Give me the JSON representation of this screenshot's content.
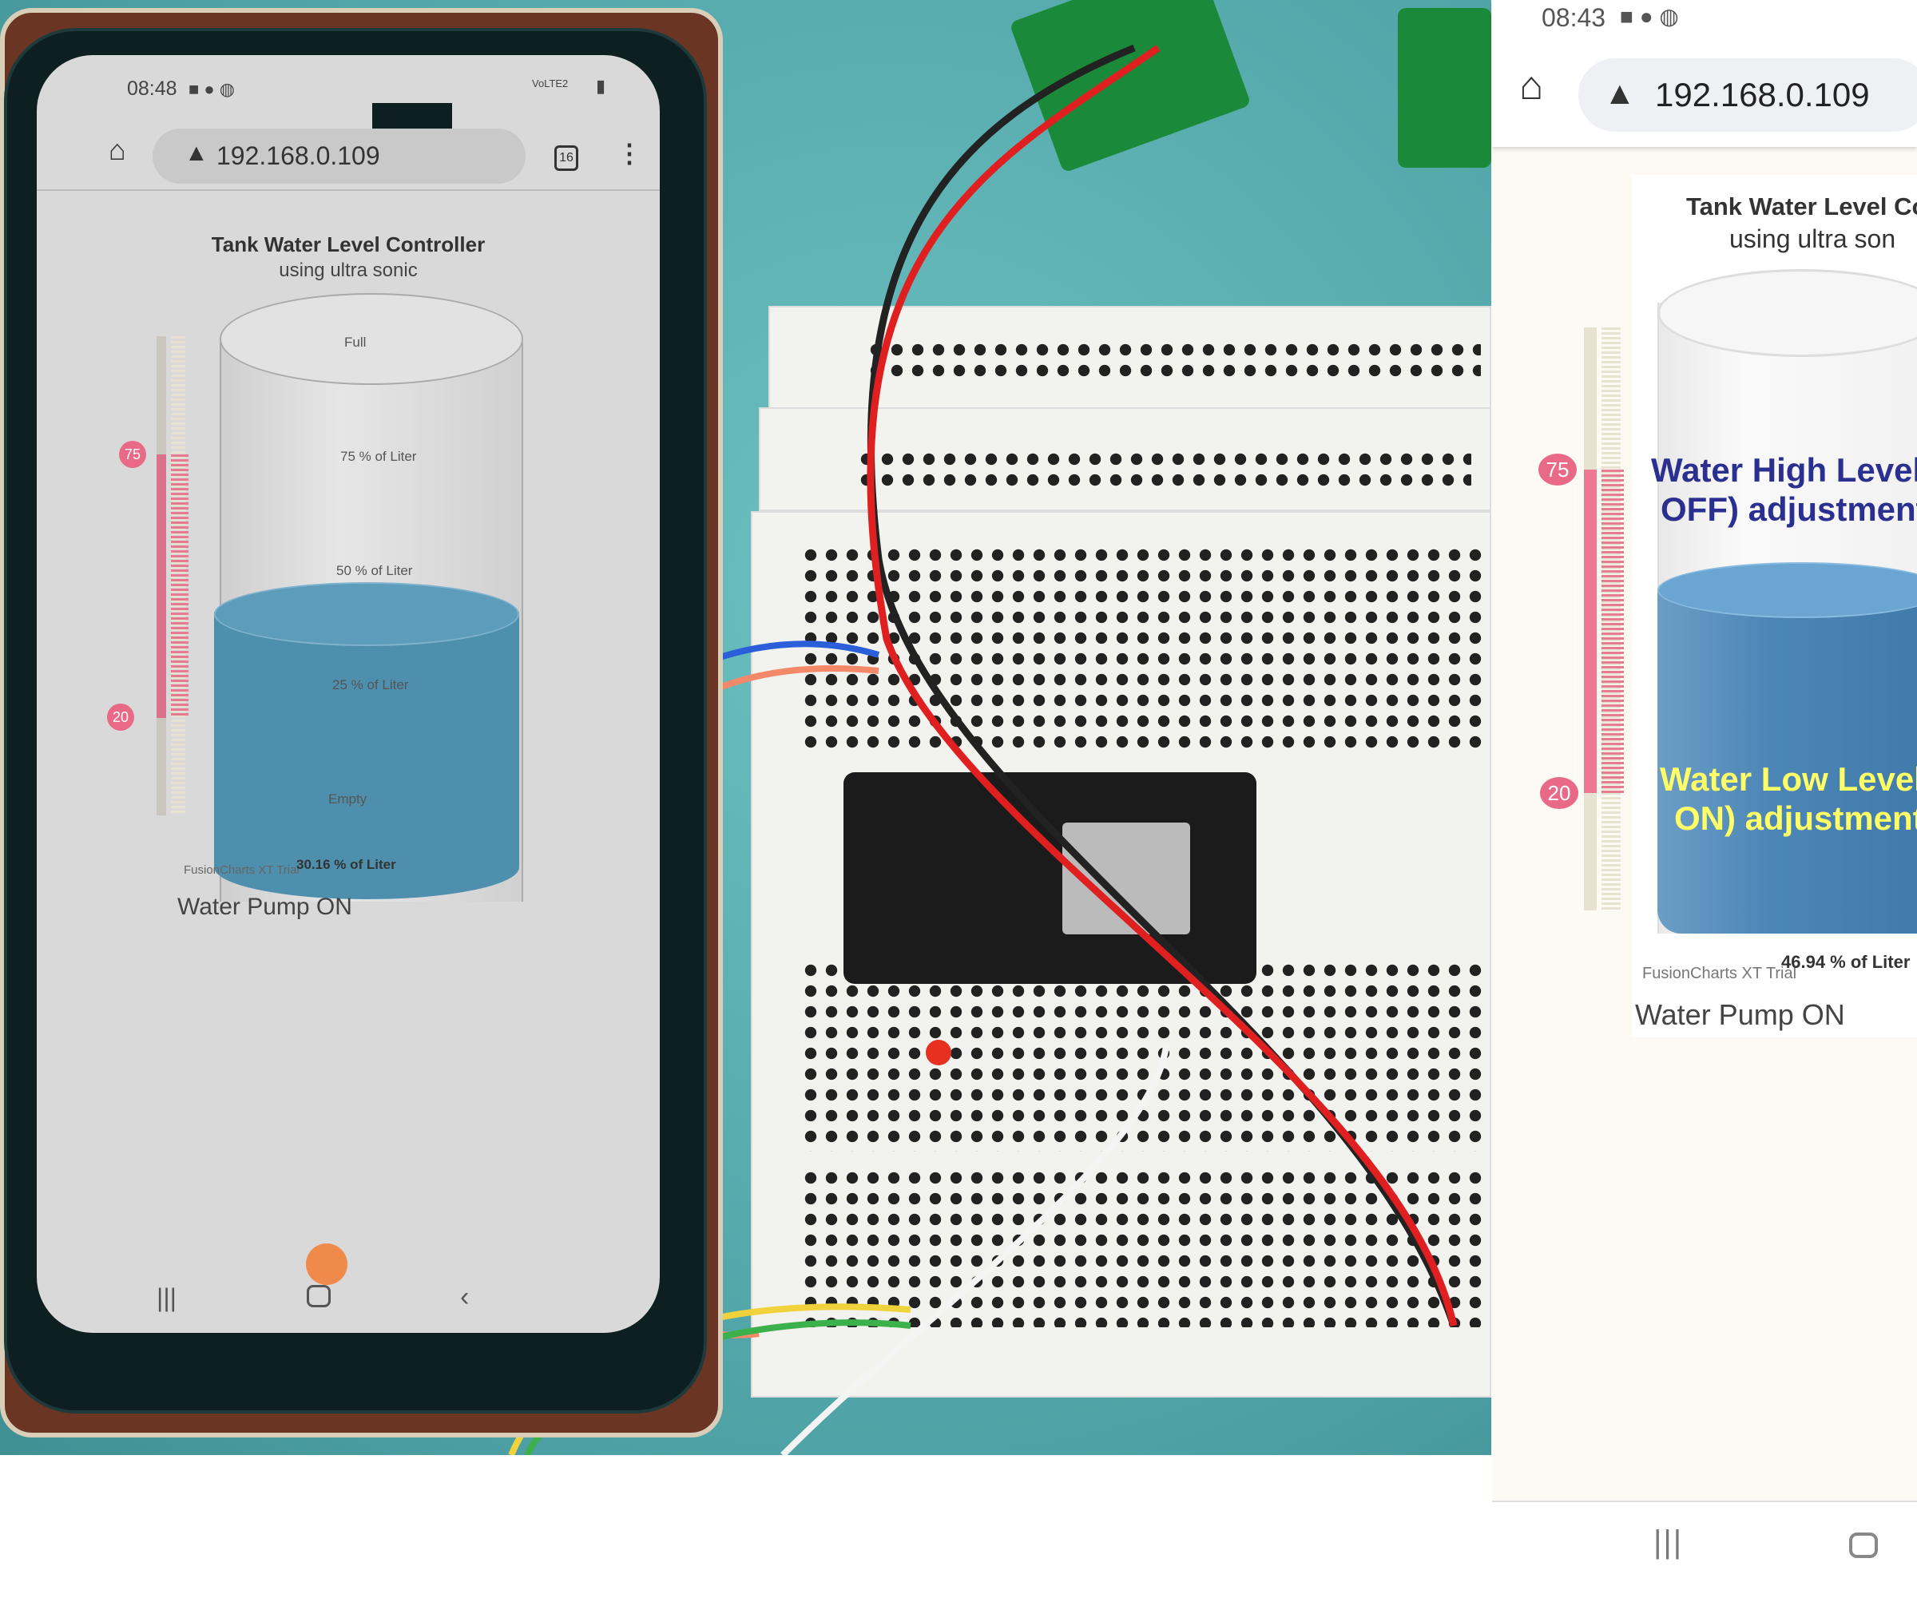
{
  "photo_phone": {
    "status_time": "08:48",
    "status_network": "VoLTE2",
    "url": "192.168.0.109",
    "tab_count": "16",
    "chart_title": "Tank Water Level Controller",
    "chart_subtitle": "using ultra sonic",
    "axis_labels": [
      "Full",
      "75 % of Liter",
      "50 % of Liter",
      "25 % of Liter",
      "Empty"
    ],
    "high_marker": "75",
    "low_marker": "20",
    "value_label": "30.16 % of Liter",
    "level_percent": 30.16,
    "watermark": "FusionCharts XT Trial",
    "pump_status": "Water Pump ON"
  },
  "panel": {
    "status_time": "08:43",
    "url": "192.168.0.109",
    "chart_title": "Tank Water Level Co",
    "chart_subtitle": "using ultra son",
    "high_marker": "75",
    "low_marker": "20",
    "high_annotation": [
      "Water High Level",
      "OFF) adjustment"
    ],
    "low_annotation": [
      "Water Low Level",
      "ON) adjustment"
    ],
    "value_label": "46.94 % of Liter",
    "level_percent": 46.94,
    "watermark": "FusionCharts XT Trial",
    "pump_status": "Water Pump ON"
  },
  "colors": {
    "water": "#4f8fbf",
    "marker": "#e96a86",
    "high_text": "#2b2f8f",
    "low_text": "#ffff66",
    "background": "#5fb3b5"
  }
}
